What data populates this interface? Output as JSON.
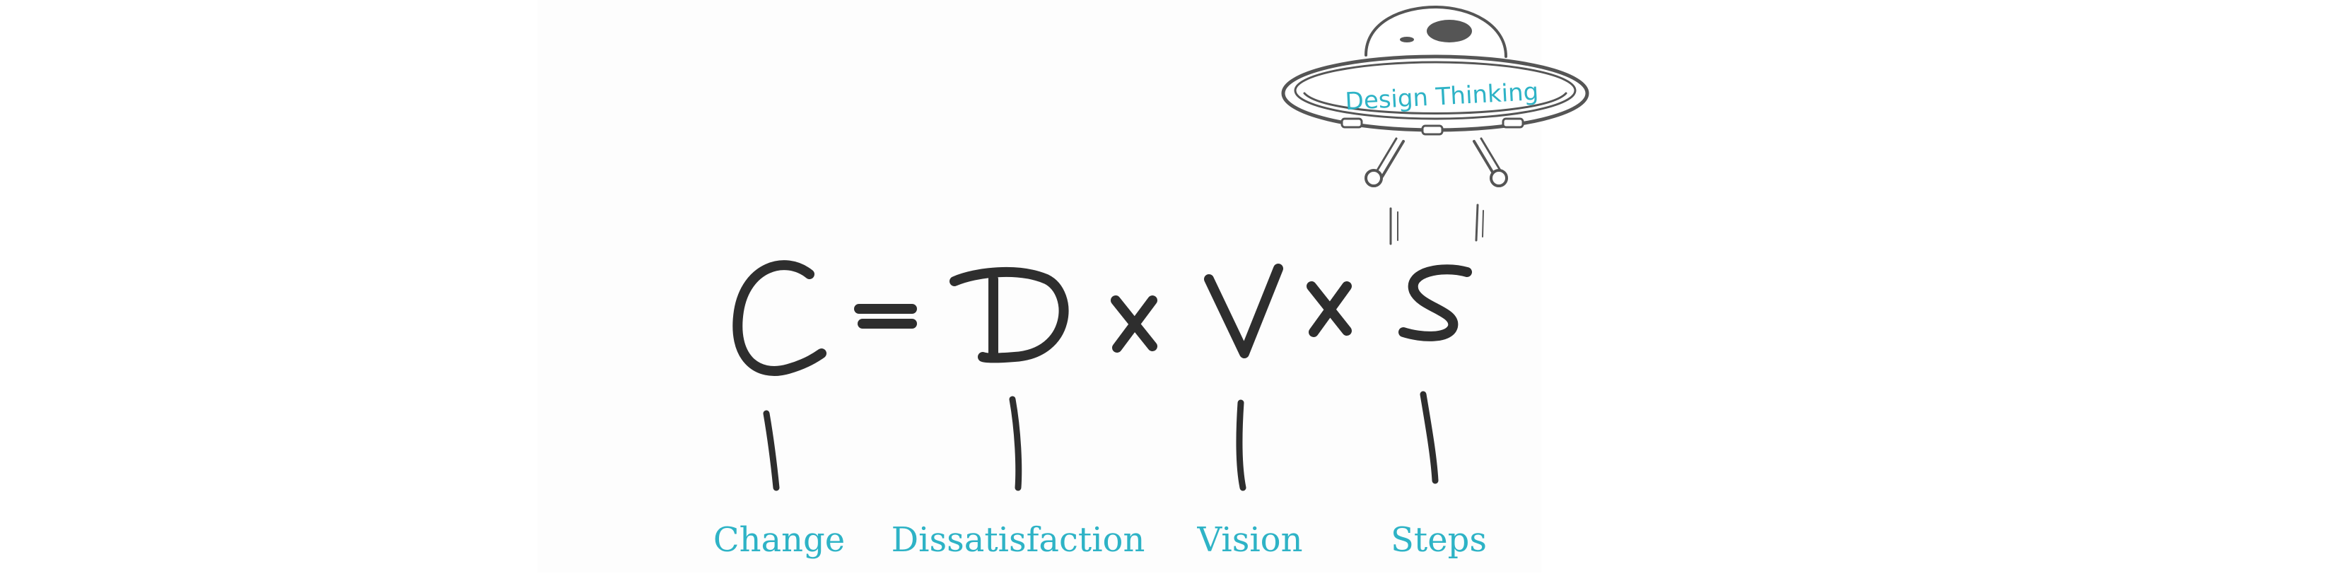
{
  "diagram": {
    "ufo_label": "Design Thinking",
    "equation": {
      "result": "C",
      "equals": "=",
      "factors": [
        "D",
        "V",
        "S"
      ],
      "operators": [
        "x",
        "x"
      ]
    },
    "labels": [
      "Change",
      "Dissatisfaction",
      "Vision",
      "Steps"
    ],
    "colors": {
      "accent": "#2eb3c6",
      "ink": "#2e2e2e",
      "background": "#fdfdfd"
    }
  }
}
